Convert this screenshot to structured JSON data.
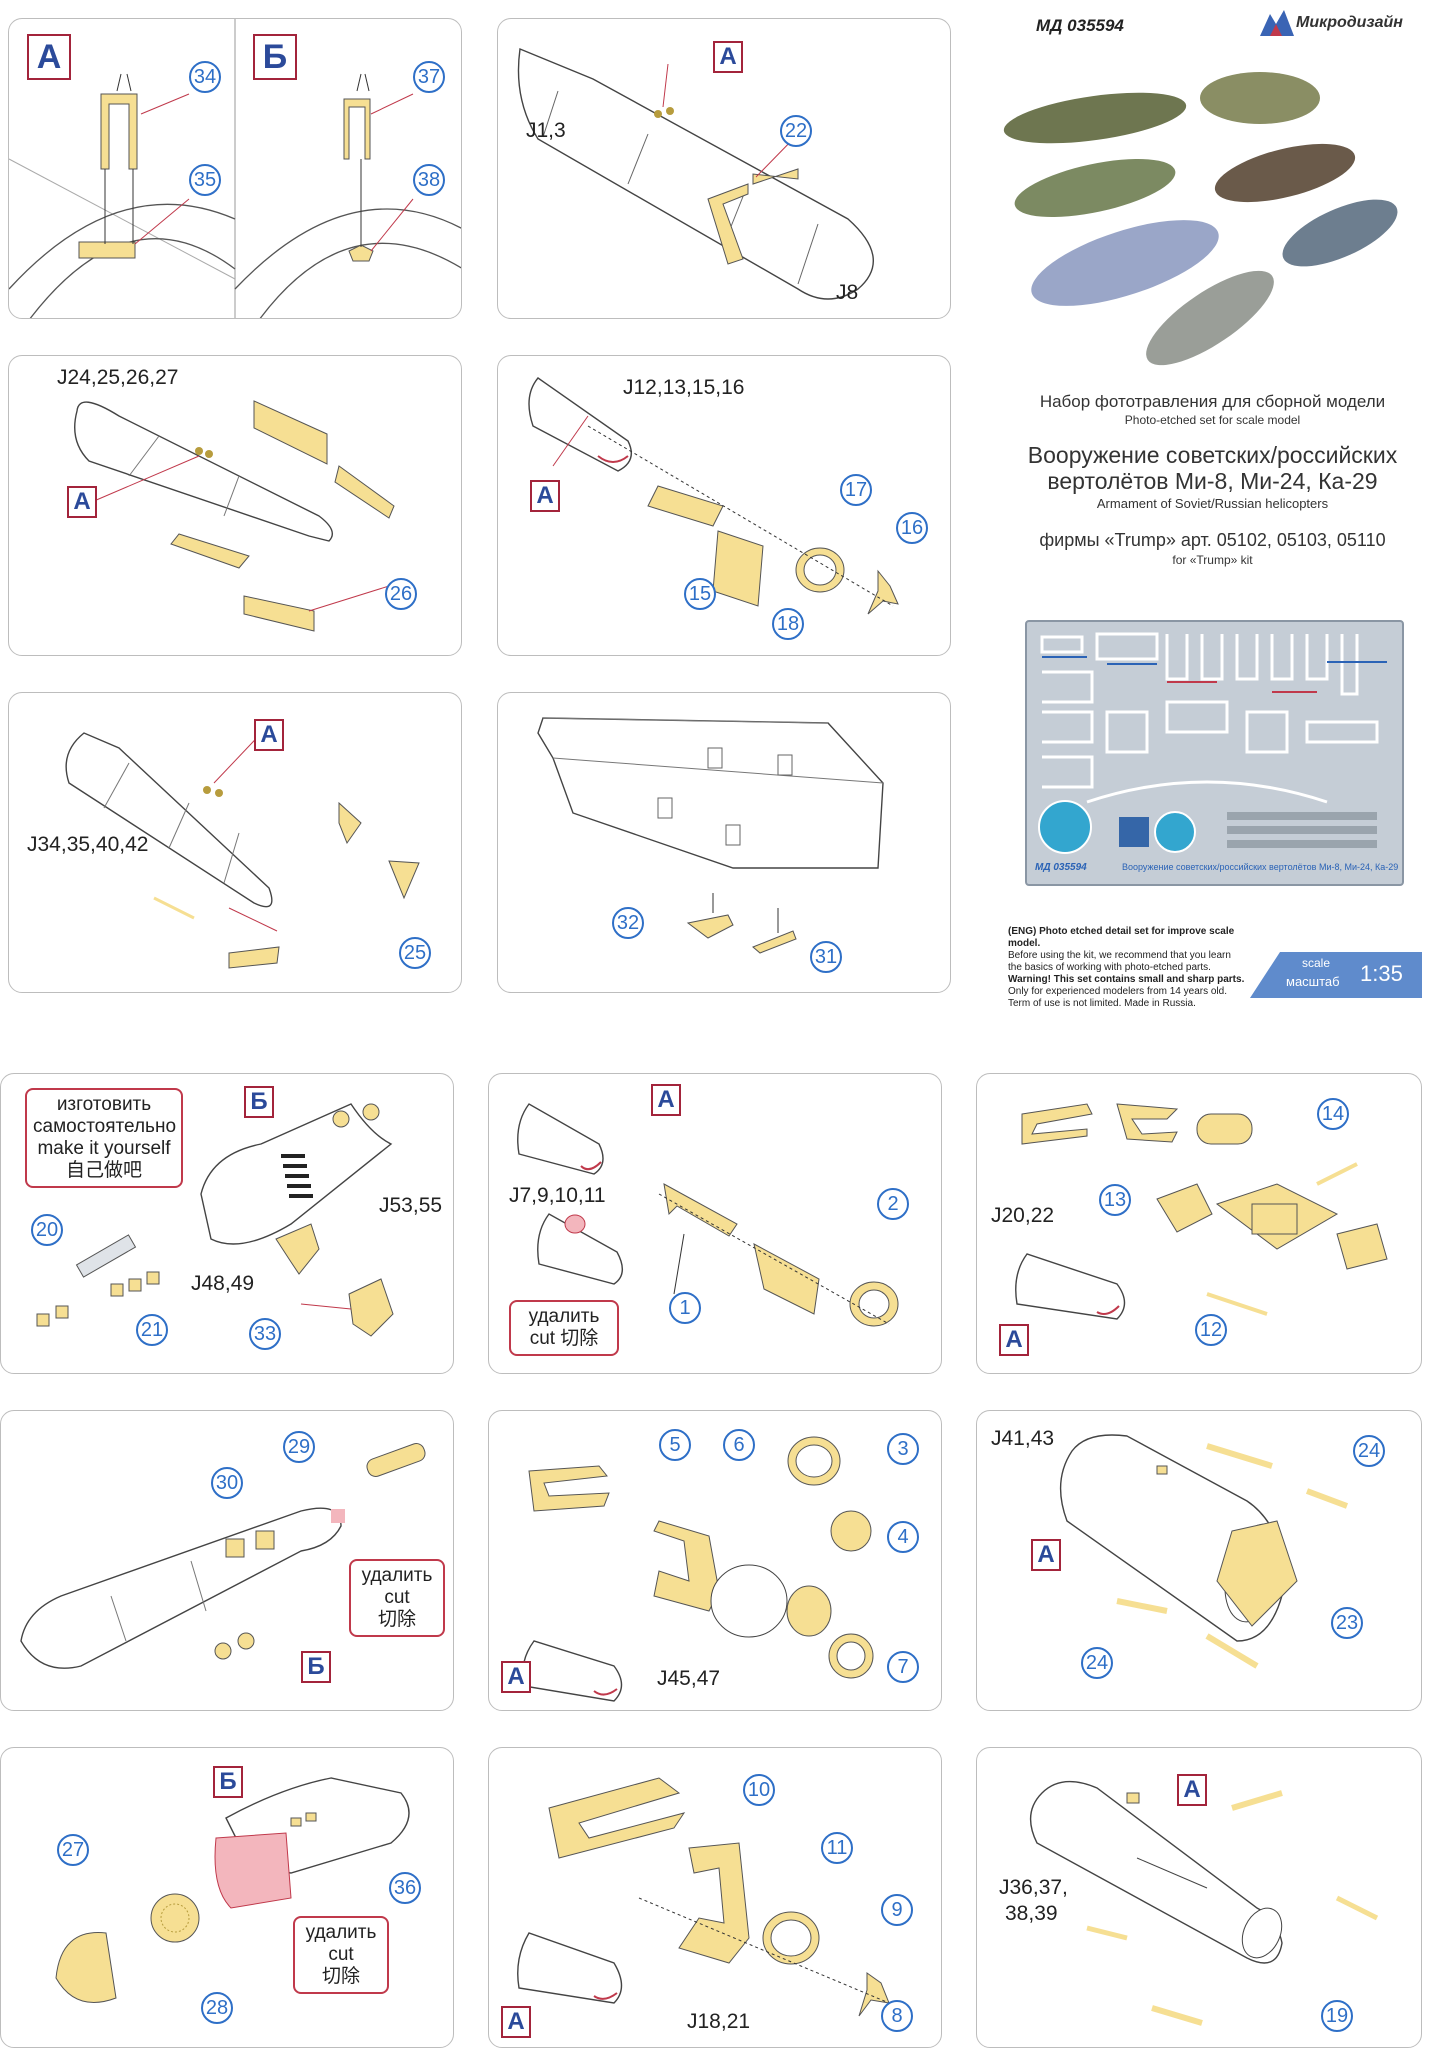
{
  "product": {
    "code": "МД 035594",
    "brand": "Микродизайн",
    "title_ru": "Набор фототравления для сборной модели",
    "title_en": "Photo-etched set for scale model",
    "subject_ru_1": "Вооружение советских/российских",
    "subject_ru_2": "вертолётов Ми-8, Ми-24, Ка-29",
    "subject_en": "Armament of Soviet/Russian helicopters",
    "kit_ru": "фирмы «Trump» арт. 05102, 05103, 05110",
    "kit_en": "for «Trump» kit",
    "fret_caption": "Вооружение советских/российских вертолётов Ми-8, Ми-24, Ка-29",
    "fret_code": "МД 035594",
    "disclaimer": [
      "(ENG) Photo etched detail set for improve scale model.",
      "Before using the kit, we recommend that you learn",
      "the basics of working with photo-etched parts.",
      "Warning! This set contains small and sharp parts.",
      "Only for experienced modelers from 14 years old.",
      "Term of use is not limited. Made in Russia."
    ],
    "scale_label_en": "scale",
    "scale_label_ru": "масштаб",
    "scale_value": "1:35"
  },
  "markers": {
    "A": "А",
    "B": "Б"
  },
  "notes": {
    "make_yourself": [
      "изготовить",
      "самостоятельно",
      "make it yourself",
      "自己做吧"
    ],
    "cut_inline": [
      "удалить",
      "cut 切除"
    ],
    "cut_stacked": [
      "удалить",
      "cut",
      "切除"
    ]
  },
  "panels": {
    "p1": {
      "parts": [
        "34",
        "35",
        "37",
        "38"
      ]
    },
    "p2": {
      "jlabel_top": "J1,3",
      "jlabel_bottom": "J8",
      "parts": [
        "22"
      ]
    },
    "p3": {
      "jlabel": "J24,25,26,27",
      "parts": [
        "26"
      ]
    },
    "p4": {
      "jlabel": "J12,13,15,16",
      "parts": [
        "17",
        "16",
        "15",
        "18"
      ]
    },
    "p5": {
      "jlabel": "J34,35,40,42",
      "parts": [
        "25"
      ]
    },
    "p6": {
      "parts": [
        "32",
        "31"
      ]
    },
    "p7": {
      "jlabel_a": "J53,55",
      "jlabel_b": "J48,49",
      "parts": [
        "20",
        "21",
        "33"
      ]
    },
    "p8": {
      "jlabel": "J7,9,10,11",
      "parts": [
        "2",
        "1"
      ]
    },
    "p9": {
      "jlabel": "J20,22",
      "parts": [
        "14",
        "13",
        "12"
      ]
    },
    "p10": {
      "parts": [
        "29",
        "30"
      ]
    },
    "p11": {
      "jlabel": "J45,47",
      "parts": [
        "5",
        "6",
        "3",
        "4",
        "7"
      ]
    },
    "p12": {
      "jlabel": "J41,43",
      "parts": [
        "24",
        "23",
        "24"
      ]
    },
    "p13": {
      "parts": [
        "27",
        "36",
        "28"
      ]
    },
    "p14": {
      "jlabel": "J18,21",
      "parts": [
        "10",
        "11",
        "9",
        "8"
      ]
    },
    "p15": {
      "jlabel_1": "J36,37,",
      "jlabel_2": "38,39",
      "parts": [
        "19"
      ]
    }
  },
  "colors": {
    "part_fill": "#f6df93",
    "marker_border": "#a3243b",
    "marker_text": "#2b4a9a",
    "part_number": "#2e6fc7",
    "red_zone": "#f3b6bd"
  }
}
